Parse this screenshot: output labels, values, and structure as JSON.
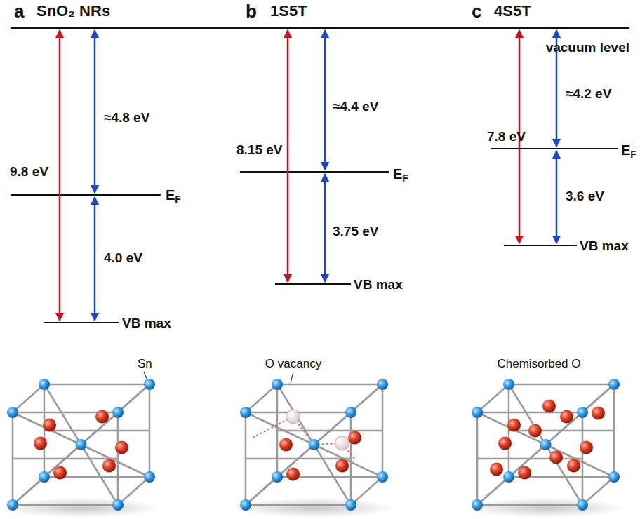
{
  "diagram": {
    "labels": [
      "a",
      "SnO₂ NRs",
      "b",
      "1S5T",
      "c",
      "4S5T",
      "vacuum level",
      "≈4.8 eV",
      "9.8 eV",
      "EF",
      "4.0 eV",
      "VB max",
      "≈4.4 eV",
      "8.15 eV",
      "EF",
      "3.75 eV",
      "VB max",
      "≈4.2 eV",
      "7.8 eV",
      "EF",
      "3.6 eV",
      "VB max",
      "Sn",
      "O vacancy",
      "Chemisorbed O"
    ]
  }
}
